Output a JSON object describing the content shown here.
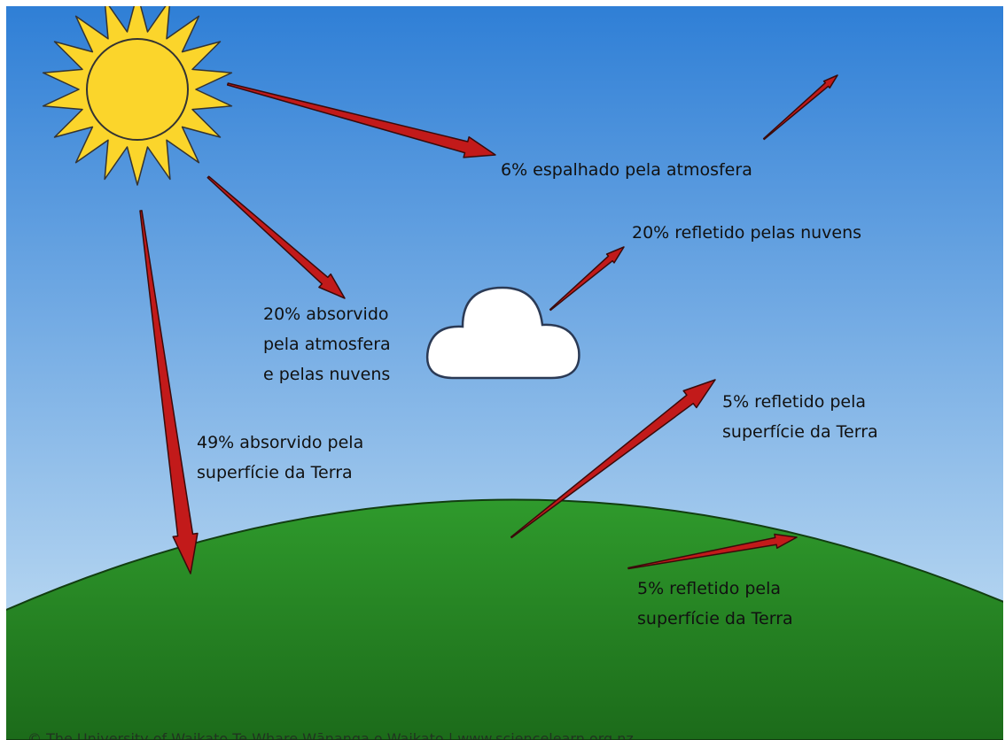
{
  "colors": {
    "sky_top": "#2f7fd6",
    "sky_bottom": "#cfe6f6",
    "ground_top": "#2f9a2c",
    "ground_bottom": "#1c6b1a",
    "sun_fill": "#fbd52b",
    "arrow_fill": "#c21a1a",
    "cloud_fill": "#ffffff"
  },
  "labels": {
    "scattered": "6% espalhado pela atmosfera",
    "clouds_reflected": "20% refletido pelas nuvens",
    "absorbed_atmosphere": [
      "20% absorvido",
      "pela atmosfera",
      "e pelas nuvens"
    ],
    "absorbed_earth": [
      "49% absorvido pela",
      "superfície da Terra"
    ],
    "reflected_surface_1": [
      "5% refletido pela",
      "superfície da Terra"
    ],
    "reflected_surface_2": [
      "5% refletido pela",
      "superfície da Terra"
    ]
  },
  "credit": "© The University of Waikato Te Whare Wānanga o Waikato | www.sciencelearn.org.nz"
}
